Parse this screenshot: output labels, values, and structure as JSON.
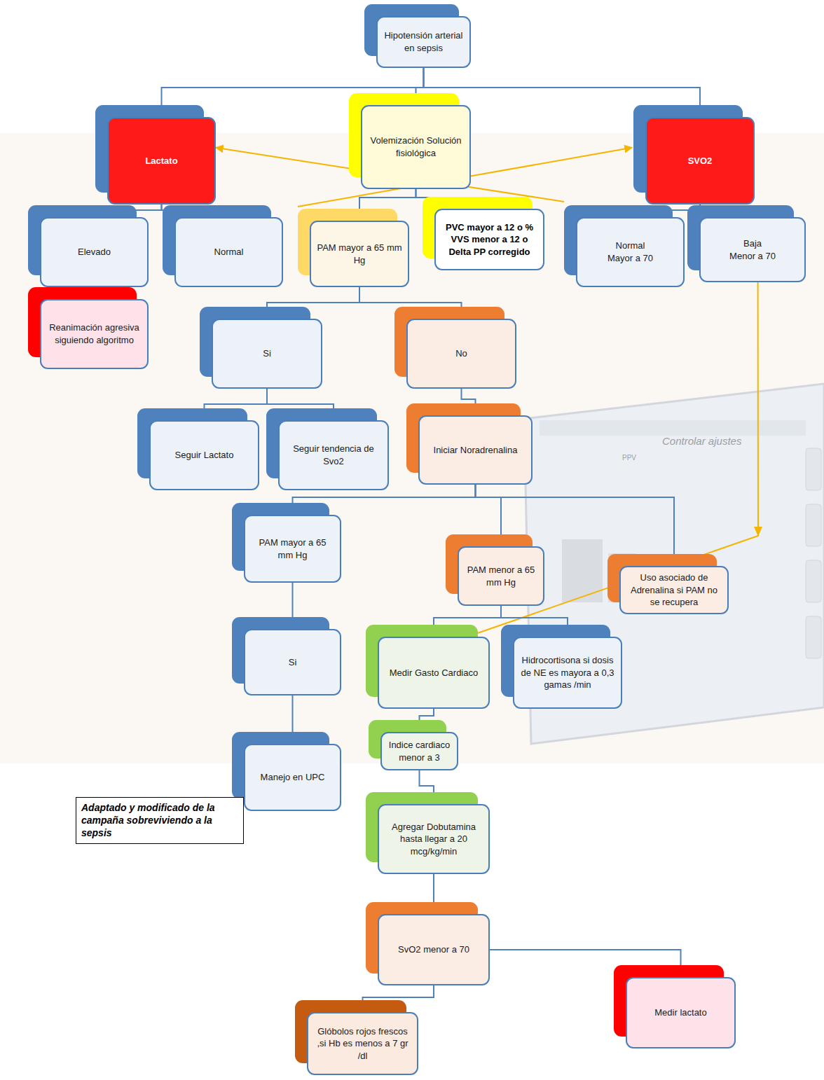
{
  "diagram": {
    "caption": "Adaptado y modificado de la campaña sobreviviendo a la sepsis",
    "nodes": [
      {
        "text": [
          "Hipotensión arterial en sepsis"
        ]
      },
      {
        "text": [
          "Lactato"
        ]
      },
      {
        "text": [
          "Volemización Solución fisiológica"
        ]
      },
      {
        "text": [
          "SVO2"
        ]
      },
      {
        "text": [
          "Elevado"
        ]
      },
      {
        "text": [
          "Normal"
        ]
      },
      {
        "text": [
          "PAM mayor a 65 mm Hg"
        ]
      },
      {
        "text": [
          "PVC mayor a 12 o % VVS menor a 12 o Delta PP corregido"
        ]
      },
      {
        "text": [
          "Normal",
          "Mayor a 70"
        ]
      },
      {
        "text": [
          "Baja",
          "Menor a 70"
        ]
      },
      {
        "text": [
          "Reanimación agresiva siguiendo algoritmo"
        ]
      },
      {
        "text": [
          "Si"
        ]
      },
      {
        "text": [
          "No"
        ]
      },
      {
        "text": [
          "Seguir Lactato"
        ]
      },
      {
        "text": [
          "Seguir tendencia de Svo2"
        ]
      },
      {
        "text": [
          "Iniciar Noradrenalina"
        ]
      },
      {
        "text": [
          "PAM mayor a 65 mm Hg"
        ]
      },
      {
        "text": [
          "PAM menor a 65 mm Hg"
        ]
      },
      {
        "text": [
          "Uso asociado de Adrenalina si PAM no se recupera"
        ]
      },
      {
        "text": [
          "Si"
        ]
      },
      {
        "text": [
          "Medir Gasto Cardiaco"
        ]
      },
      {
        "text": [
          "Hidrocortisona si dosis de NE es mayora a 0,3 gamas /min"
        ]
      },
      {
        "text": [
          "Manejo en UPC"
        ]
      },
      {
        "text": [
          "Indice cardiaco menor a 3"
        ]
      },
      {
        "text": [
          "Agregar Dobutamina hasta llegar a 20 mcg/kg/min"
        ]
      },
      {
        "text": [
          "SvO2 menor a 70"
        ]
      },
      {
        "text": [
          "Medir lactato"
        ]
      },
      {
        "text": [
          "Glóbolos rojos frescos ,si Hb es menos a 7 gr /dl"
        ]
      }
    ],
    "edges": [
      {
        "from": 0,
        "to": 1,
        "arrow": "none"
      },
      {
        "from": 0,
        "to": 2,
        "arrow": "none"
      },
      {
        "from": 0,
        "to": 3,
        "arrow": "none"
      },
      {
        "from": 1,
        "to": 4,
        "arrow": "none"
      },
      {
        "from": 1,
        "to": 5,
        "arrow": "none"
      },
      {
        "from": 2,
        "to": 6,
        "arrow": "none"
      },
      {
        "from": 2,
        "to": 7,
        "arrow": "none"
      },
      {
        "from": 3,
        "to": 8,
        "arrow": "none"
      },
      {
        "from": 3,
        "to": 9,
        "arrow": "none"
      },
      {
        "from": 6,
        "to": 3,
        "arrow": "to"
      },
      {
        "from": 8,
        "to": 1,
        "arrow": "to"
      },
      {
        "from": 4,
        "to": 10,
        "arrow": "none"
      },
      {
        "from": 6,
        "to": 11,
        "arrow": "none"
      },
      {
        "from": 6,
        "to": 12,
        "arrow": "none"
      },
      {
        "from": 9,
        "to": 20,
        "arrow": "to"
      },
      {
        "from": 11,
        "to": 13,
        "arrow": "none"
      },
      {
        "from": 11,
        "to": 14,
        "arrow": "none"
      },
      {
        "from": 12,
        "to": 15,
        "arrow": "none"
      },
      {
        "from": 15,
        "to": 16,
        "arrow": "none"
      },
      {
        "from": 15,
        "to": 17,
        "arrow": "none"
      },
      {
        "from": 15,
        "to": 18,
        "arrow": "none"
      },
      {
        "from": 16,
        "to": 19,
        "arrow": "none"
      },
      {
        "from": 17,
        "to": 20,
        "arrow": "none"
      },
      {
        "from": 17,
        "to": 21,
        "arrow": "none"
      },
      {
        "from": 19,
        "to": 22,
        "arrow": "none"
      },
      {
        "from": 20,
        "to": 23,
        "arrow": "none"
      },
      {
        "from": 23,
        "to": 24,
        "arrow": "none"
      },
      {
        "from": 24,
        "to": 25,
        "arrow": "none"
      },
      {
        "from": 25,
        "to": 27,
        "arrow": "none"
      },
      {
        "from": 25,
        "to": 26,
        "arrow": "none"
      }
    ],
    "labels": [
      "PPV",
      "Controlar ajustes"
    ]
  }
}
